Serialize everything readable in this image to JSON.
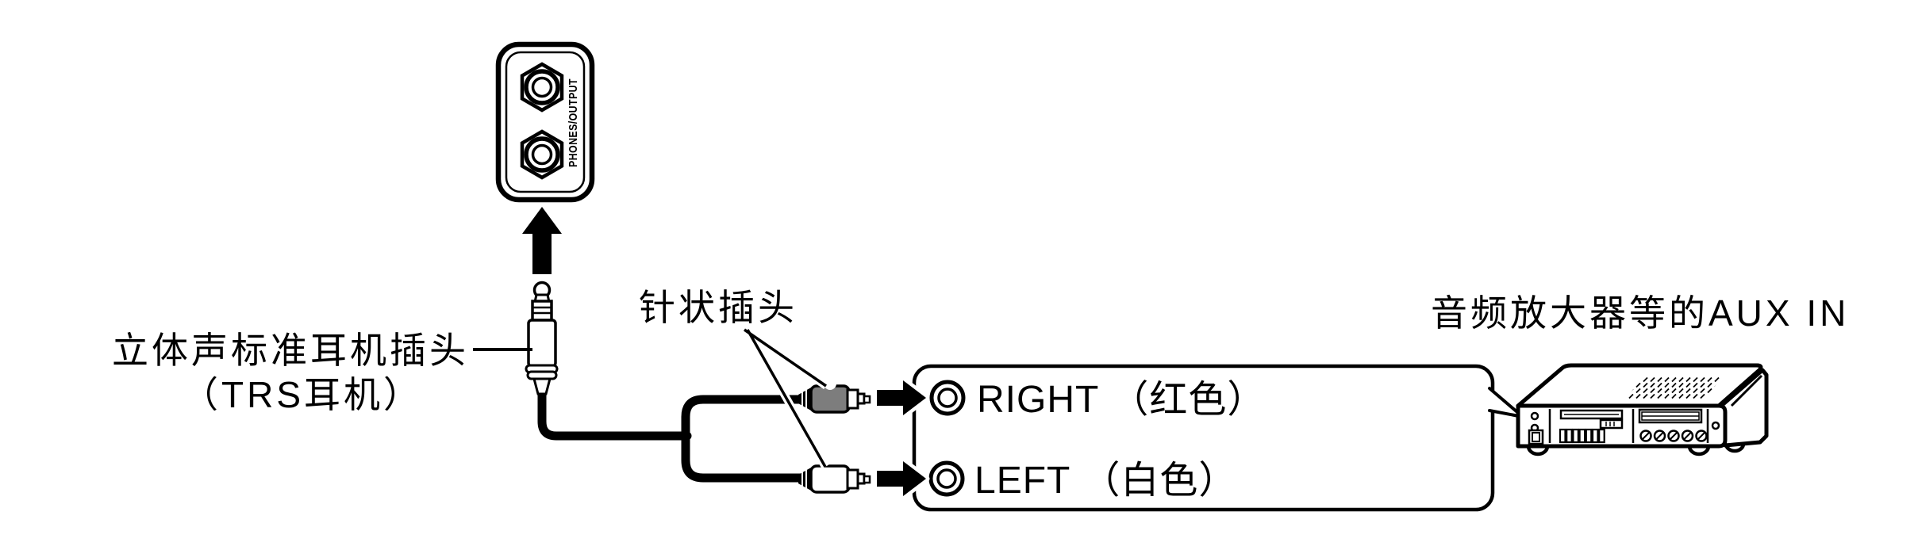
{
  "figure": {
    "keyboard_panel": {
      "label": "PHONES/OUTPUT"
    },
    "trs_plug_label": {
      "line1": "立体声标准耳机插头",
      "line2": "（TRS耳机）"
    },
    "pin_plug_label": "针状插头",
    "amplifier_label": "音频放大器等的AUX IN",
    "aux_jacks": [
      {
        "name": "RIGHT",
        "color_note": "（红色）"
      },
      {
        "name": "LEFT",
        "color_note": "（白色）"
      }
    ],
    "colors": {
      "outline": "#000000",
      "right_plug_body": "#7d7d7d",
      "left_plug_body": "#ffffff",
      "background": "#ffffff"
    }
  }
}
